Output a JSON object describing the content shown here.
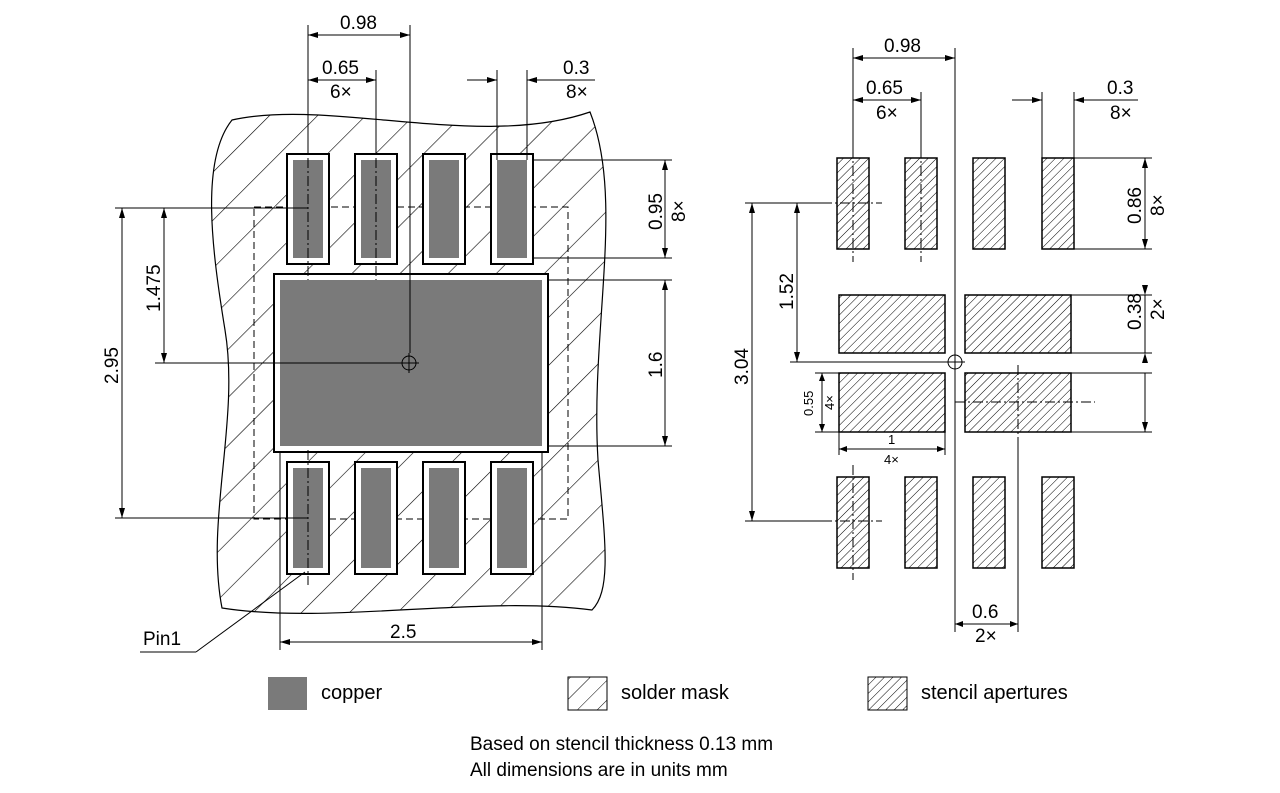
{
  "left_view": {
    "dims": {
      "pitch": "0.98",
      "pad_pitch": "0.65",
      "pad_pitch_count": "6×",
      "pad_width": "0.3",
      "pad_width_count": "8×",
      "pad_length": "0.95",
      "pad_length_count": "8×",
      "row_offset": "1.475",
      "overall_height": "2.95",
      "exposed_pad_height": "1.6",
      "exposed_pad_width": "2.5"
    },
    "pin1_label": "Pin1"
  },
  "right_view": {
    "dims": {
      "pitch": "0.98",
      "pad_pitch": "0.65",
      "pad_pitch_count": "6×",
      "aperture_width": "0.3",
      "aperture_width_count": "8×",
      "aperture_length": "0.86",
      "aperture_length_count": "8×",
      "row_offset": "1.52",
      "overall_height": "3.04",
      "ep_aperture_height": "0.38",
      "ep_aperture_height_count": "2×",
      "ep_aperture_pitch": "0.55",
      "ep_aperture_pitch_count": "4×",
      "ep_aperture_width": "1",
      "ep_aperture_width_count": "4×",
      "ep_aperture_gap": "0.6",
      "ep_aperture_gap_count": "2×"
    }
  },
  "legend": {
    "copper": "copper",
    "solder_mask": "solder mask",
    "stencil": "stencil apertures"
  },
  "notes": {
    "line1": "Based on stencil thickness 0.13 mm",
    "line2": "All dimensions are in units mm"
  },
  "colors": {
    "copper": "#7a7a7a",
    "line": "#000000"
  }
}
